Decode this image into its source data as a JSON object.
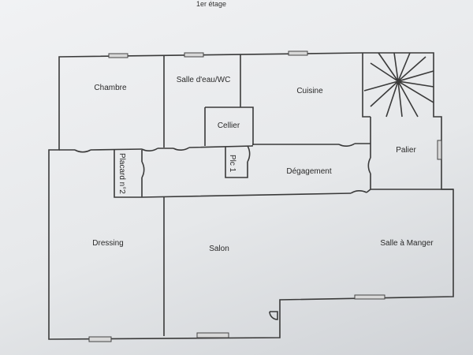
{
  "title": "1er étage",
  "rooms": {
    "chambre": "Chambre",
    "salle_eau": "Salle d'eau/WC",
    "cuisine": "Cuisine",
    "cellier": "Cellier",
    "palier": "Palier",
    "placard_1": "Plc 1",
    "degagement": "Dégagement",
    "placard_2": "Placard n°2",
    "dressing": "Dressing",
    "salon": "Salon",
    "salle_a_manger": "Salle à Manger"
  }
}
